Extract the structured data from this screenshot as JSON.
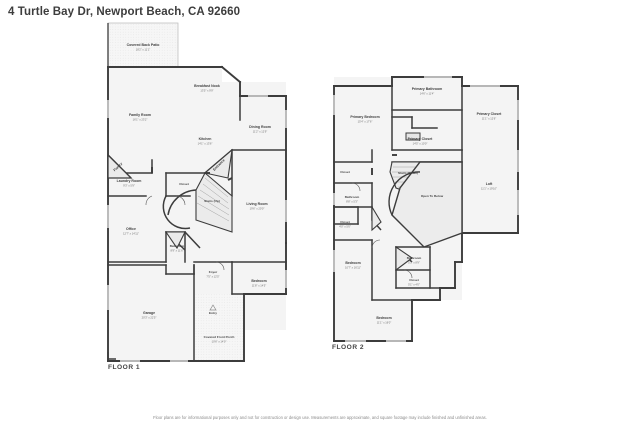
{
  "page_title": "4 Turtle Bay Dr, Newport Beach, CA 92660",
  "footer_note": "Floor plans are for informational purposes only and not for construction or design use. Measurements are approximate, and square footage may include finished and unfinished areas.",
  "colors": {
    "wall": "#3c3c3c",
    "room_fill": "#f4f4f4",
    "patio_fill": "#f0f0f0",
    "stairs_fill": "#ebebeb",
    "open_below_fill": "#ececec",
    "label_text": "#3f3f3f",
    "dim_text": "#6f6f6f",
    "title_text": "#3d3d3d",
    "footer_text": "#8b8b8b",
    "background": "#ffffff"
  },
  "floors": [
    {
      "caption": "FLOOR 1",
      "rooms": [
        {
          "name": "Covered Back Patio",
          "dim": "18'2\" x 11'1\""
        },
        {
          "name": "Breakfast Nook",
          "dim": "13'5\" x 9'9\""
        },
        {
          "name": "Family Room",
          "dim": "16'1\" x 23'2\""
        },
        {
          "name": "Kitchen",
          "dim": "14'1\" x 13'6\""
        },
        {
          "name": "Dining Room",
          "dim": "11'2\" x 12'9\""
        },
        {
          "name": "Living Room",
          "dim": "19'6\" x 20'0\""
        },
        {
          "name": "Laundry Room",
          "dim": "9'3\" x 5'9\""
        },
        {
          "name": "Office",
          "dim": "12'7\" x 14'11\""
        },
        {
          "name": "Bathroom",
          "dim": "8'9\" x 11'6\""
        },
        {
          "name": "Closet",
          "dim": ""
        },
        {
          "name": "Stairs (Up)",
          "dim": ""
        },
        {
          "name": "Garage",
          "dim": "20'3\" x 22'5\""
        },
        {
          "name": "Foyer",
          "dim": "7'5\" x 12'5\""
        },
        {
          "name": "Entry",
          "dim": ""
        },
        {
          "name": "Bedroom",
          "dim": "11'8\" x 14'5\""
        },
        {
          "name": "Covered Front Porch",
          "dim": "10'6\" x 14'0\""
        },
        {
          "name": "Pantry",
          "dim": ""
        },
        {
          "name": "Entrance",
          "dim": ""
        }
      ]
    },
    {
      "caption": "FLOOR 2",
      "rooms": [
        {
          "name": "Primary Bathroom",
          "dim": "14'6\" x 11'4\""
        },
        {
          "name": "Primary Bedroom",
          "dim": "15'4\" x 17'6\""
        },
        {
          "name": "Primary Closet",
          "dim": "14'5\" x 10'0\""
        },
        {
          "name": "Primary Closet",
          "dim": "11'1\" x 12'6\""
        },
        {
          "name": "Loft",
          "dim": "11'1\" x 19'10\""
        },
        {
          "name": "Closet",
          "dim": ""
        },
        {
          "name": "Bathroom",
          "dim": "8'8\" x 5'3\""
        },
        {
          "name": "Closet",
          "dim": "4'0\" x 5'0\""
        },
        {
          "name": "Stairs (Down)",
          "dim": ""
        },
        {
          "name": "Open To Below",
          "dim": ""
        },
        {
          "name": "Bedroom",
          "dim": "10'7\" x 16'11\""
        },
        {
          "name": "Bathroom",
          "dim": "5'3\" x 8'9\""
        },
        {
          "name": "Closet",
          "dim": "5'1\" x 4'0\""
        },
        {
          "name": "Bedroom",
          "dim": "11'1\" x 16'0\""
        }
      ]
    }
  ]
}
